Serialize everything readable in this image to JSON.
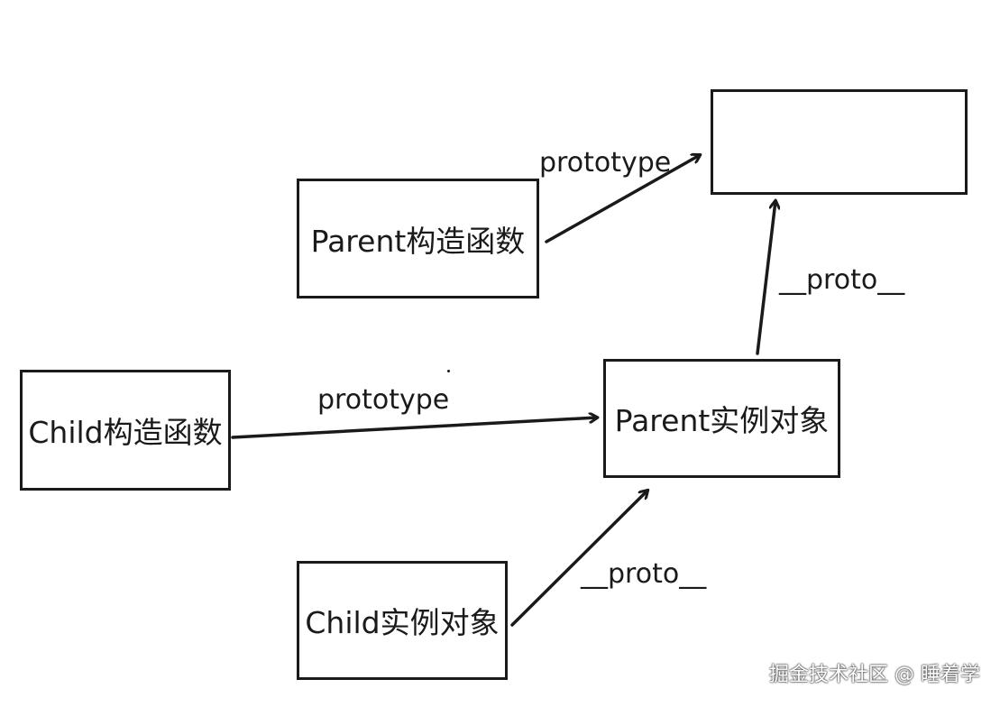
{
  "diagram": {
    "nodes": {
      "prototype_object": {
        "label": ""
      },
      "parent_constructor": {
        "label": "Parent构造函数"
      },
      "child_constructor": {
        "label": "Child构造函数"
      },
      "parent_instance": {
        "label": "Parent实例对象"
      },
      "child_instance": {
        "label": "Child实例对象"
      }
    },
    "edges": {
      "parent_prototype": {
        "from": "parent_constructor",
        "to": "prototype_object",
        "label": "prototype"
      },
      "parent_instance_proto": {
        "from": "parent_instance",
        "to": "prototype_object",
        "label": "__proto__"
      },
      "child_prototype": {
        "from": "child_constructor",
        "to": "parent_instance",
        "label": "prototype"
      },
      "child_instance_proto": {
        "from": "child_instance",
        "to": "parent_instance",
        "label": "__proto__"
      }
    }
  },
  "watermark": "掘金技术社区 @ 睡着学",
  "colors": {
    "stroke": "#1a1a1a",
    "background": "#ffffff"
  }
}
